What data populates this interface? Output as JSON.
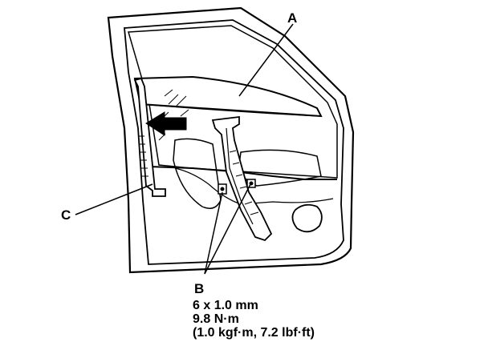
{
  "labels": {
    "a": "A",
    "b": "B",
    "c": "C"
  },
  "spec": {
    "bolt_size": "6 x 1.0 mm",
    "torque_nm": "9.8 N·m",
    "torque_alt": "(1.0 kgf·m, 7.2 lbf·ft)"
  }
}
